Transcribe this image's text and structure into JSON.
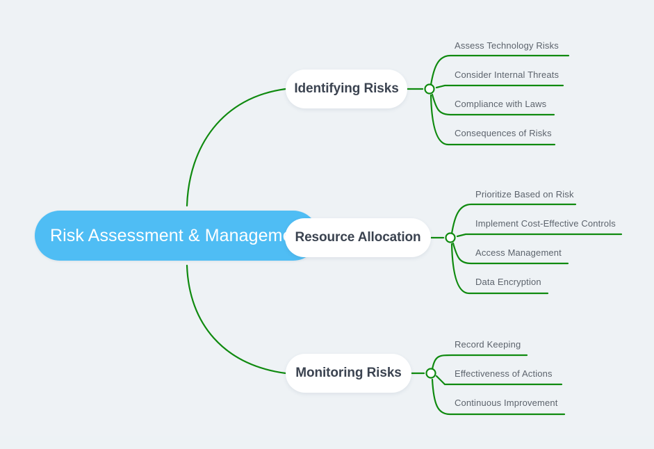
{
  "diagram": {
    "type": "mindmap",
    "title": "Risk Assessment & Management",
    "colors": {
      "background": "#eef2f5",
      "central_fill": "#4fbdf4",
      "central_text": "#ffffff",
      "branch_fill": "#ffffff",
      "branch_text": "#3b4350",
      "leaf_text": "#5c636c",
      "connector": "#0f8a0f",
      "junction_fill": "#ffffff"
    },
    "central": {
      "label": "Risk Assessment & Management"
    },
    "branches": [
      {
        "id": "identifying-risks",
        "label": "Identifying Risks",
        "leaves": [
          {
            "label": "Assess Technology Risks"
          },
          {
            "label": "Consider Internal Threats"
          },
          {
            "label": "Compliance with Laws"
          },
          {
            "label": "Consequences of Risks"
          }
        ]
      },
      {
        "id": "resource-allocation",
        "label": "Resource Allocation",
        "leaves": [
          {
            "label": "Prioritize Based on Risk"
          },
          {
            "label": "Implement Cost-Effective Controls"
          },
          {
            "label": "Access Management"
          },
          {
            "label": "Data Encryption"
          }
        ]
      },
      {
        "id": "monitoring-risks",
        "label": "Monitoring Risks",
        "leaves": [
          {
            "label": "Record Keeping"
          },
          {
            "label": "Effectiveness of Actions"
          },
          {
            "label": "Continuous Improvement"
          }
        ]
      }
    ]
  }
}
